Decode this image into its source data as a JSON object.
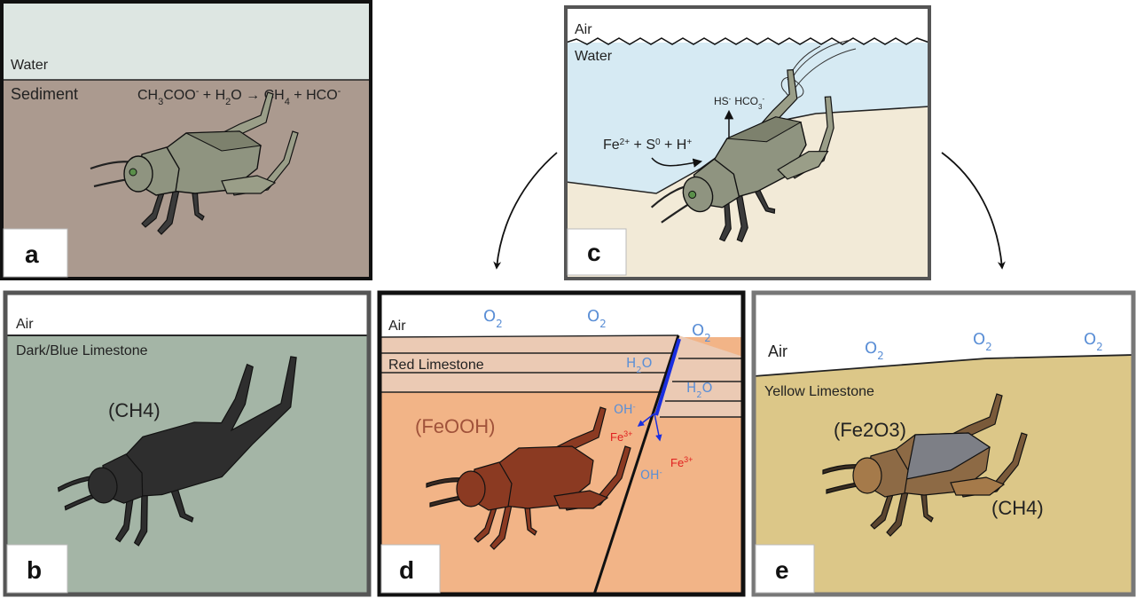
{
  "panels": {
    "a": {
      "letter": "a",
      "water": "Water",
      "sediment": "Sediment",
      "reaction": {
        "p1": "CH",
        "s1": "3",
        "p2": "COO",
        "sup1": "-",
        "p3": " + H",
        "s2": "2",
        "p4": "O → CH",
        "s3": "4",
        "p5": " + HCO",
        "sup2": "-"
      }
    },
    "b": {
      "letter": "b",
      "air": "Air",
      "layer": "Dark/Blue Limestone",
      "gas": "(CH4)"
    },
    "c": {
      "letter": "c",
      "air": "Air",
      "water": "Water",
      "reactants": {
        "fe": "Fe",
        "fe_sup": "2+",
        "s": " + S",
        "s_sup": "0",
        "h": " + H",
        "h_sup": "+"
      },
      "products": {
        "hs": "HS",
        "hs_sup": "-",
        "hco": "HCO",
        "hco_sub": "3",
        "hco_sup": "-"
      }
    },
    "d": {
      "letter": "d",
      "air": "Air",
      "layer": "Red Limestone",
      "mineral": "(FeOOH)",
      "o2": [
        "O",
        "O",
        "O"
      ],
      "o2_sub": "2",
      "h2o": {
        "h": "H",
        "sub": "2",
        "o": "O"
      },
      "oh": {
        "text": "OH",
        "sup": "-"
      },
      "fe3": {
        "text": "Fe",
        "sup": "3+"
      }
    },
    "e": {
      "letter": "e",
      "air": "Air",
      "layer": "Yellow Limestone",
      "mineral": "(Fe2O3)",
      "gas": "(CH4)",
      "o2": [
        "O",
        "O",
        "O"
      ],
      "o2_sub": "2"
    }
  },
  "colors": {
    "water_light": "#dde6e2",
    "sediment": "#ab9a8f",
    "limestone_dark": "#a4b5a6",
    "water_blue": "#d6eaf3",
    "sand": "#f2ead7",
    "red_limestone": "#f2b487",
    "red_band": "#ebcab4",
    "yellow_limestone": "#dcc788",
    "o2_blue": "#5b8fd6",
    "fe_red": "#e02020",
    "arrow_blue": "#1a2ee0"
  }
}
